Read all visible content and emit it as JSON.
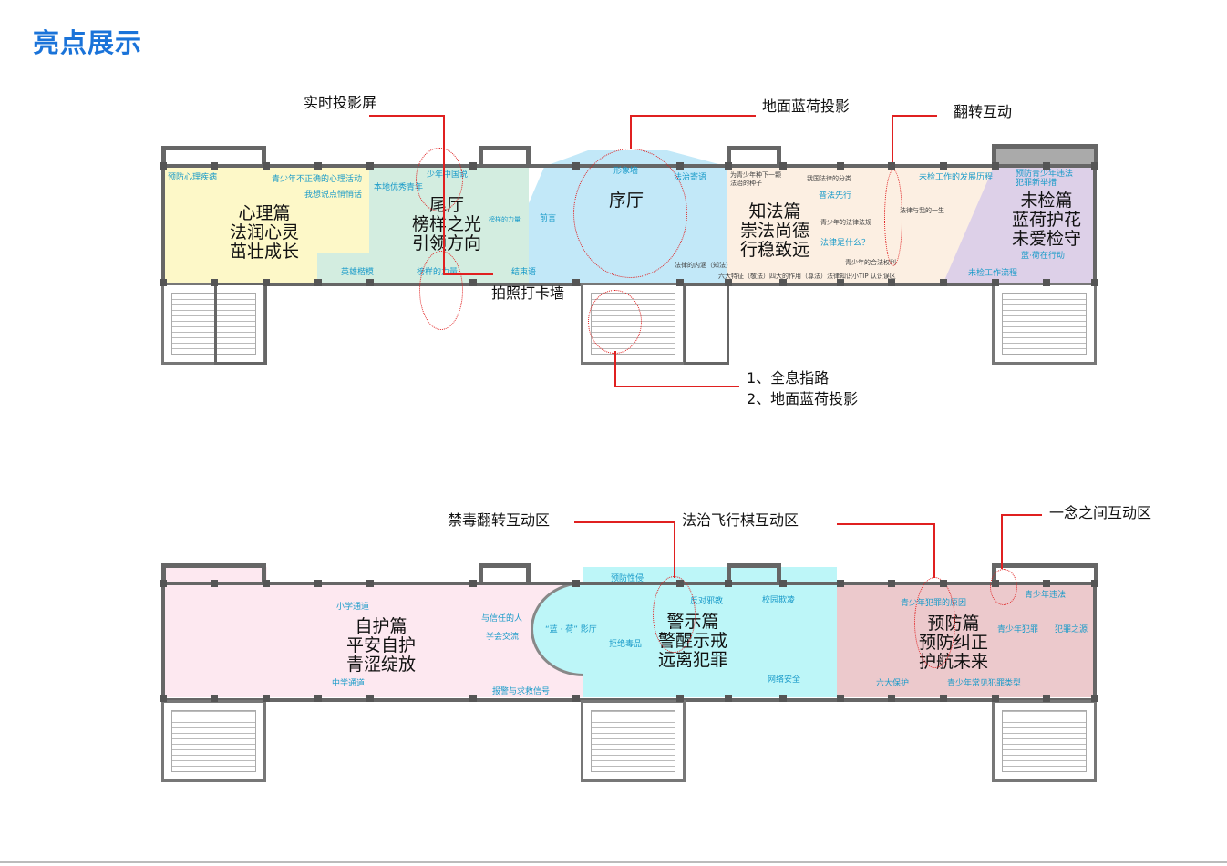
{
  "title": "亮点展示",
  "floor1": {
    "zones": [
      {
        "name": "心理篇",
        "text": "心理篇\n法润心灵\n茁壮成长",
        "color": "#fdf8c8"
      },
      {
        "name": "尾厅",
        "text": "尾厅\n榜样之光\n引领方向",
        "color": "#d3ede0"
      },
      {
        "name": "序厅",
        "text": "序厅",
        "color": "#c2e8f8"
      },
      {
        "name": "知法篇",
        "text": "知法篇\n崇法尚德\n行稳致远",
        "color": "#fcefe2"
      },
      {
        "name": "未检篇",
        "text": "未检篇\n蓝荷护花\n未爱检守",
        "color": "#ddd0e8"
      }
    ],
    "labels": [
      "预防心理疾病",
      "青少年不正确的心理活动",
      "我想说点悄悄话",
      "少年中国说",
      "本地优秀青年",
      "榜样的力量",
      "英雄楷模",
      "榜样的力量",
      "结束语",
      "前言",
      "形象墙",
      "法治寄语",
      "普法先行",
      "法律是什么？",
      "未检工作的发展历程",
      "预防青少年违法犯罪新举措",
      "蓝·荷在行动",
      "未检工作流程"
    ],
    "small_text": [
      "为青少年种下一颗法治的种子",
      "我国法律的分类",
      "青少年的法律法规",
      "法律与我的一生",
      "青少年的合法权利",
      "法律的内涵（知法）",
      "六大特征（敬法）四大的作用（尊法）法律知识小TIP 认识误区"
    ]
  },
  "floor2": {
    "zones": [
      {
        "name": "自护篇",
        "text": "自护篇\n平安自护\n青涩绽放",
        "color": "#fde8f0"
      },
      {
        "name": "警示篇",
        "text": "警示篇\n警醒示戒\n远离犯罪",
        "color": "#bdf6f8"
      },
      {
        "name": "预防篇",
        "text": "预防篇\n预防纠正\n护航未来",
        "color": "#ecc9cc"
      }
    ],
    "labels": [
      "小学通道",
      "中学通道",
      "与信任的人",
      "学会交流",
      "报警与求救信号",
      "“蓝 · 荷” 影厅",
      "预防性侵",
      "拒绝毒品",
      "反对邪教",
      "校园欺凌",
      "网络安全",
      "青少年犯罪的原因",
      "六大保护",
      "青少年常见犯罪类型",
      "青少年违法",
      "青少年犯罪",
      "犯罪之源"
    ]
  },
  "annotations": {
    "realtime": "实时投影屏",
    "ground1": "地面蓝荷投影",
    "flip": "翻转互动",
    "photo": "拍照打卡墙",
    "holo1": "1、全息指路",
    "holo2": "2、地面蓝荷投影",
    "drug": "禁毒翻转互动区",
    "chess": "法治飞行棋互动区",
    "moment": "一念之间互动区"
  }
}
